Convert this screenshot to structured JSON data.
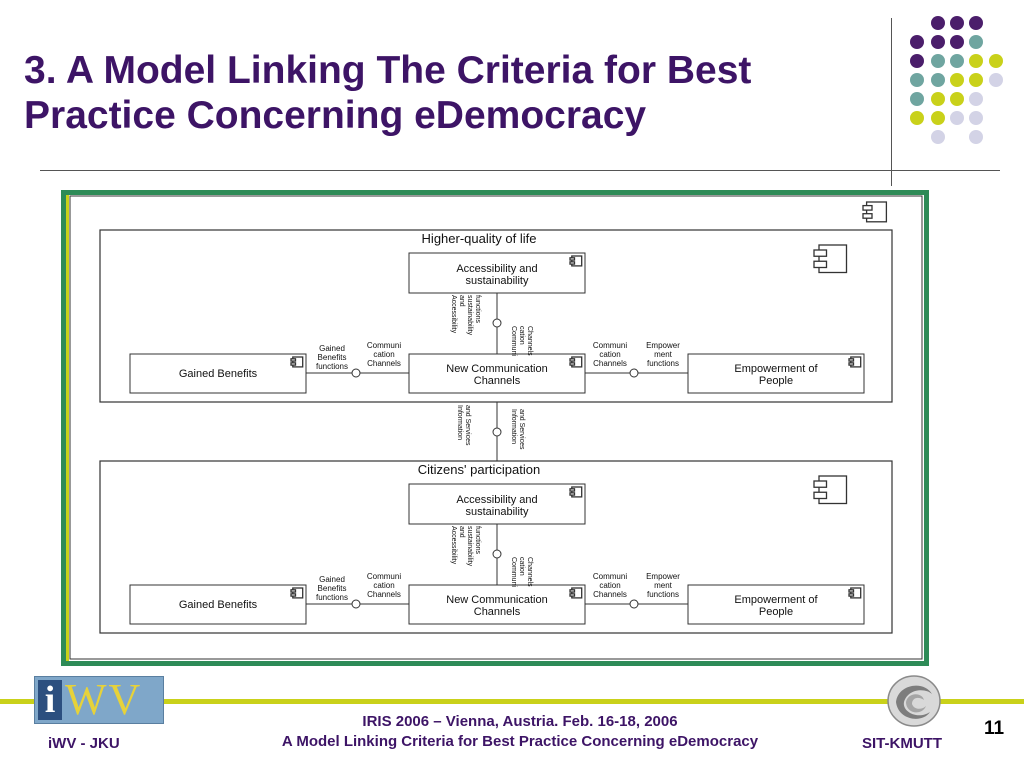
{
  "slide": {
    "title_line1": "3. A Model Linking The Criteria for Best",
    "title_line2": "Practice Concerning eDemocracy",
    "page_number": "11",
    "colors": {
      "title": "#3d1466",
      "accent_yellow": "#c9d11a",
      "accent_teal": "#6fa5a0",
      "accent_purple": "#4b1e6b",
      "accent_lavender": "#d3d3e6",
      "frame_green": "#2e8b57"
    }
  },
  "diagram": {
    "outer_title": "eDemocracy",
    "packages": [
      {
        "title": "Higher-quality of life",
        "top_box": "Accessibility and|sustainability",
        "center_box": "New Communication|Channels",
        "left_box": "Gained Benefits",
        "right_box": "Empowerment of|People",
        "vert_label_left": "Accessibility|and|sustainability|functions",
        "vert_label_right": "Communi|cation|Channels",
        "left_label_a": "Gained|Benefits|functions",
        "left_label_b": "Communi|cation|Channels",
        "right_label_a": "Communi|cation|Channels",
        "right_label_b": "Empower|ment|functions"
      },
      {
        "title": "Citizens' participation",
        "top_box": "Accessibility and|sustainability",
        "center_box": "New Communication|Channels",
        "left_box": "Gained Benefits",
        "right_box": "Empowerment of|People",
        "vert_label_left": "Accessibility|and|sustainability|functions",
        "vert_label_right": "Communi|cation|Channels",
        "left_label_a": "Gained|Benefits|functions",
        "left_label_b": "Communi|cation|Channels",
        "right_label_a": "Communi|cation|Channels",
        "right_label_b": "Empower|ment|functions"
      }
    ],
    "link_label_left": "Information|and Services",
    "link_label_right": "Information|and Services"
  },
  "footer": {
    "logo_i": "i",
    "logo_wv": "WV",
    "left": "iWV - JKU",
    "center_line1": "IRIS 2006 – Vienna, Austria.  Feb. 16-18, 2006",
    "center_line2": "A Model Linking Criteria for Best Practice Concerning eDemocracy",
    "right": "SIT-KMUTT"
  }
}
